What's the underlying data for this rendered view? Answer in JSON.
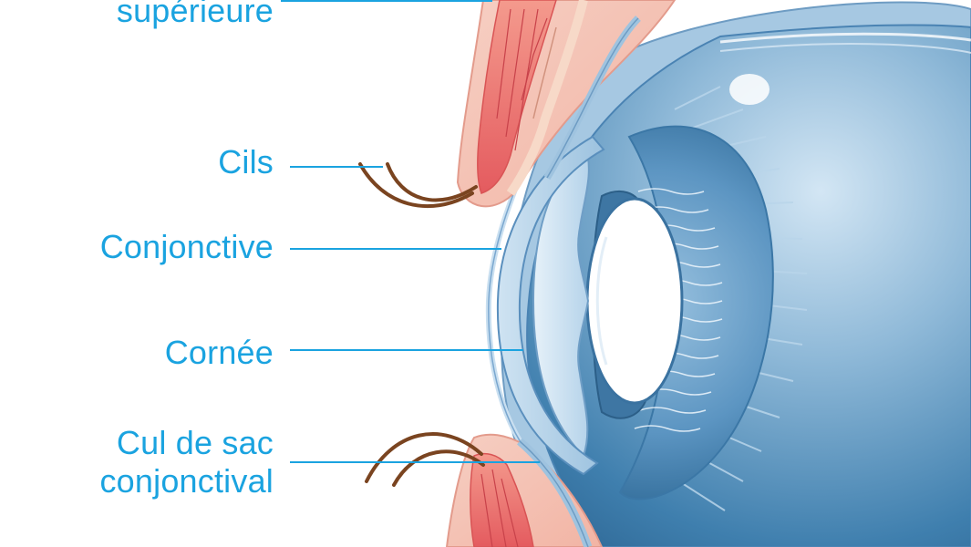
{
  "colors": {
    "label_text": "#1aa3e0",
    "leader_line": "#1aa3e0",
    "eye_blue_dark": "#2d6f9b",
    "eye_blue_light": "#bcd8ec",
    "lens": "#ffffff",
    "lid_pink": "#f3b7a9",
    "lid_red": "#e56a6a",
    "eyelash": "#7a4420"
  },
  "labels": {
    "upper_eyelid_fragment": "supérieure",
    "eyelashes": "Cils",
    "conjunctiva": "Conjonctive",
    "cornea": "Cornée",
    "fornix_line1": "Cul de sac",
    "fornix_line2": "conjonctival"
  }
}
